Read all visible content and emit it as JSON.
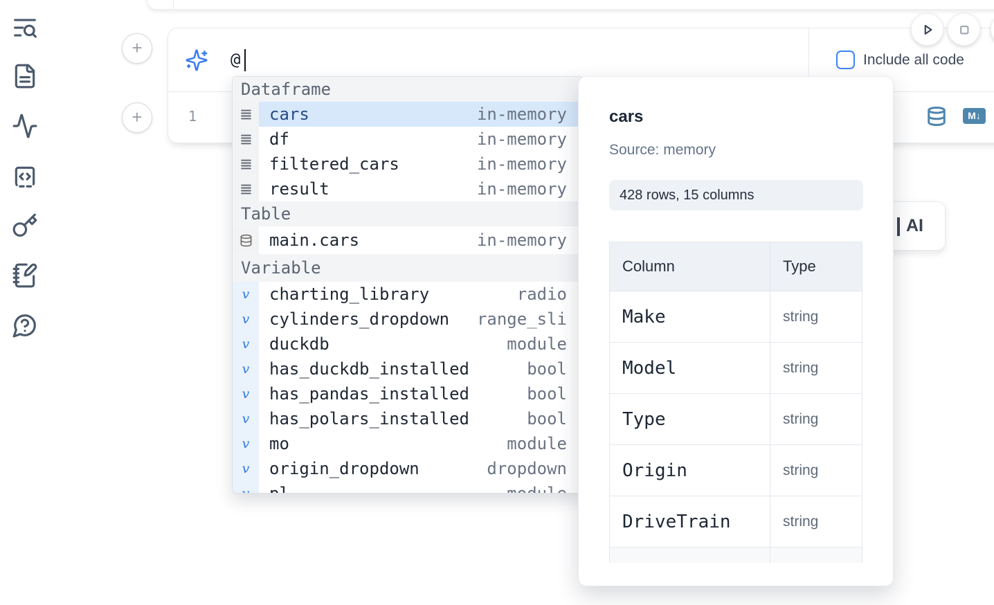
{
  "app": {
    "name": "marimo notebook editor"
  },
  "sidebar": {
    "icons": [
      "list-search-icon",
      "file-text-icon",
      "activity-icon",
      "code-snippets-icon",
      "key-icon",
      "notebook-pen-icon",
      "help-bubble-icon"
    ]
  },
  "add_buttons": {
    "plus_label": "+"
  },
  "toolbar": {
    "run_icon": "play-icon",
    "stop_icon": "stop-icon",
    "include_all_code_label": "Include all code"
  },
  "cell": {
    "ai_input_value": "@",
    "line_number": "1",
    "database_icon": "database-icon",
    "markdown_badge": "M↓"
  },
  "completion": {
    "sections": [
      {
        "label": "Dataframe",
        "items": [
          {
            "icon": "rows-icon",
            "name": "cars",
            "type": "in-memory",
            "highlighted": true
          },
          {
            "icon": "rows-icon",
            "name": "df",
            "type": "in-memory"
          },
          {
            "icon": "rows-icon",
            "name": "filtered_cars",
            "type": "in-memory"
          },
          {
            "icon": "rows-icon",
            "name": "result",
            "type": "in-memory"
          }
        ]
      },
      {
        "label": "Table",
        "items": [
          {
            "icon": "database-icon",
            "name": "main.cars",
            "type": "in-memory"
          }
        ]
      },
      {
        "label": "Variable",
        "items": [
          {
            "icon": "variable-icon",
            "name": "charting_library",
            "type": "radio"
          },
          {
            "icon": "variable-icon",
            "name": "cylinders_dropdown",
            "type": "range_sli"
          },
          {
            "icon": "variable-icon",
            "name": "duckdb",
            "type": "module"
          },
          {
            "icon": "variable-icon",
            "name": "has_duckdb_installed",
            "type": "bool"
          },
          {
            "icon": "variable-icon",
            "name": "has_pandas_installed",
            "type": "bool"
          },
          {
            "icon": "variable-icon",
            "name": "has_polars_installed",
            "type": "bool"
          },
          {
            "icon": "variable-icon",
            "name": "mo",
            "type": "module"
          },
          {
            "icon": "variable-icon",
            "name": "origin_dropdown",
            "type": "dropdown"
          },
          {
            "icon": "variable-icon",
            "name": "pl",
            "type": "module",
            "clipped": true
          }
        ]
      }
    ]
  },
  "preview": {
    "title": "cars",
    "source": "Source: memory",
    "shape_badge": "428 rows, 15 columns",
    "table": {
      "headers": [
        "Column",
        "Type"
      ],
      "rows": [
        [
          "Make",
          "string"
        ],
        [
          "Model",
          "string"
        ],
        [
          "Type",
          "string"
        ],
        [
          "Origin",
          "string"
        ],
        [
          "DriveTrain",
          "string"
        ]
      ],
      "partial_row_visible": true
    }
  },
  "ai_button": {
    "label": "AI"
  },
  "colors": {
    "accent_blue": "#3f83f8",
    "sparkle_blue": "#3b7cf0",
    "steel_blue": "#4e86ae",
    "highlight_row": "#d7e8fb",
    "section_header_bg": "#f3f4f6",
    "badge_bg": "#eef2f7"
  }
}
